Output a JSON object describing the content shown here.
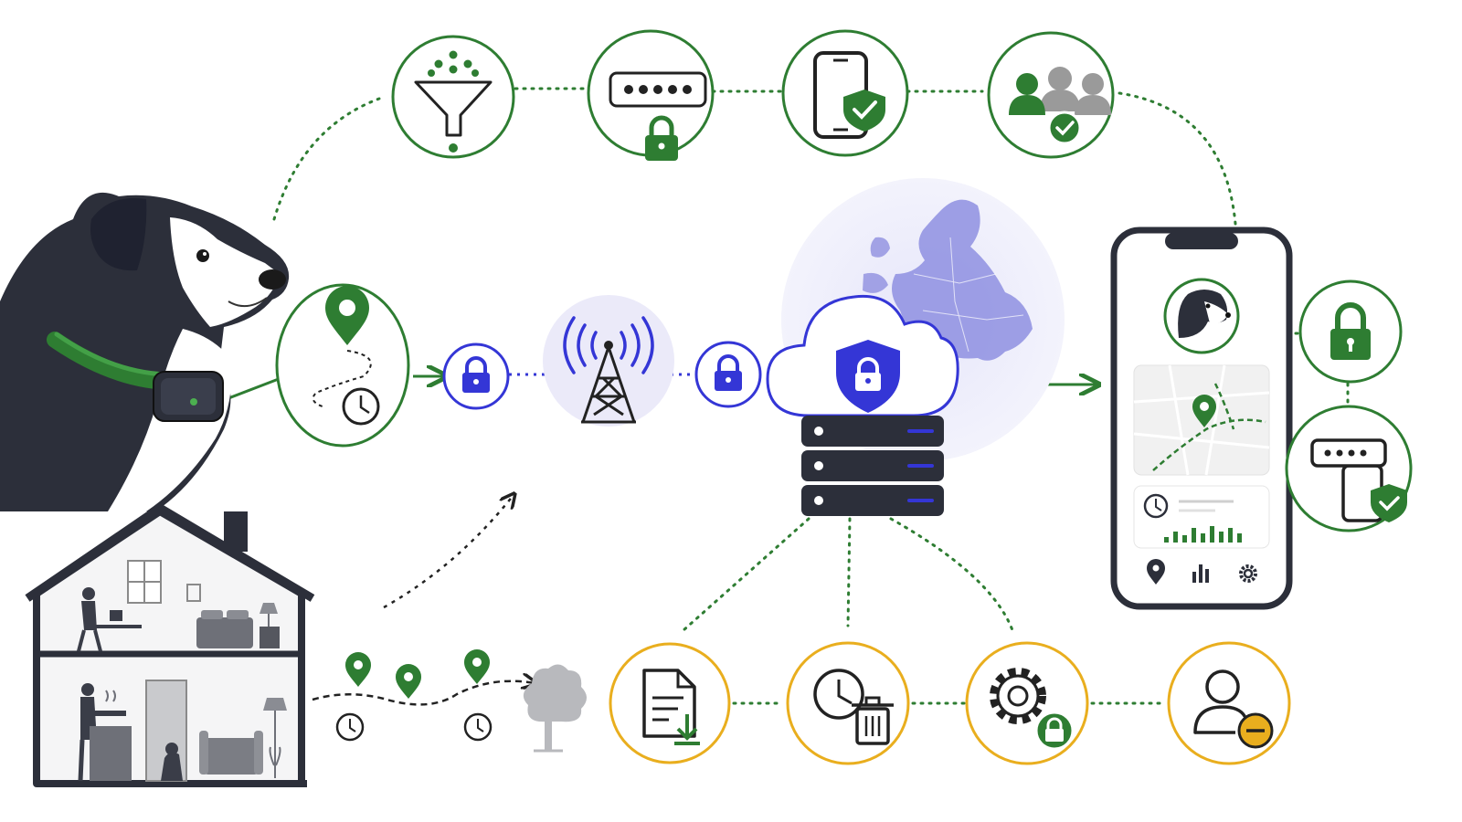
{
  "colors": {
    "green": "#2e7d32",
    "blue": "#3436d6",
    "gold": "#e9ae1e",
    "dark": "#2c2f3a",
    "gray": "#9a9a9a",
    "lavender": "#ebeaf9"
  },
  "icons": {
    "top_row": [
      "filter-funnel-icon",
      "password-lock-icon",
      "phone-shield-icon",
      "users-check-icon"
    ],
    "center": [
      "location-time-icon",
      "lock-icon",
      "cell-tower-icon",
      "lock-icon",
      "cloud-shield-icon",
      "server-stack-icon",
      "europe-map-icon"
    ],
    "right": [
      "lock-icon",
      "device-password-icon"
    ],
    "bottom_row": [
      "file-download-icon",
      "clock-delete-icon",
      "settings-lock-icon",
      "user-remove-icon"
    ],
    "scene": [
      "dog-with-gps-collar",
      "house-cutaway",
      "location-trail",
      "tree-icon"
    ],
    "phone_app": [
      "dog-avatar",
      "map-view",
      "activity-chart",
      "nav-location-icon",
      "nav-chart-icon",
      "nav-settings-icon"
    ]
  }
}
